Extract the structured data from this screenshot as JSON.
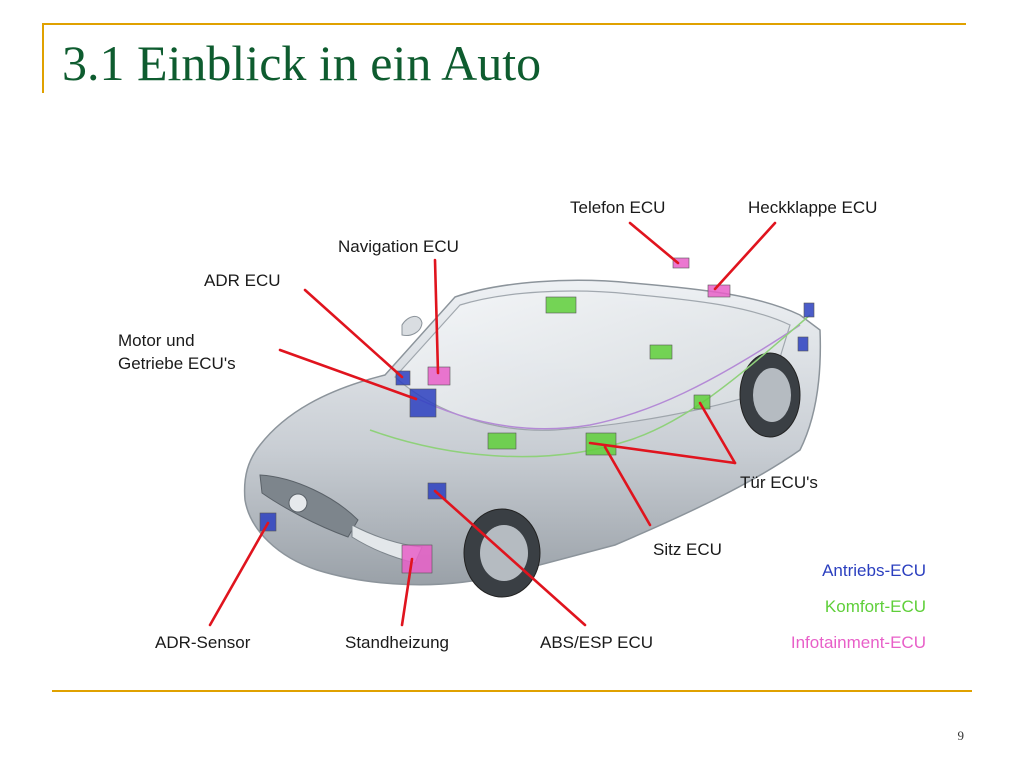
{
  "slide": {
    "title": "3.1 Einblick in ein Auto",
    "page_number": "9",
    "accent_color": "#e0a100",
    "title_color": "#0e5c2f"
  },
  "callouts": {
    "telefon": "Telefon ECU",
    "heckklappe": "Heckklappe ECU",
    "navigation": "Navigation ECU",
    "adr_ecu": "ADR ECU",
    "motor_line1": "Motor und",
    "motor_line2": "Getriebe ECU's",
    "tuer": "Tür ECU's",
    "sitz": "Sitz ECU",
    "adr_sensor": "ADR-Sensor",
    "standheizung": "Standheizung",
    "abs_esp": "ABS/ESP ECU"
  },
  "legend": [
    {
      "label": "Antriebs-ECU",
      "color": "#2b3fbf"
    },
    {
      "label": "Komfort-ECU",
      "color": "#5fcf3a"
    },
    {
      "label": "Infotainment-ECU",
      "color": "#e85fc8"
    }
  ],
  "annotation_color": "#e0141e"
}
